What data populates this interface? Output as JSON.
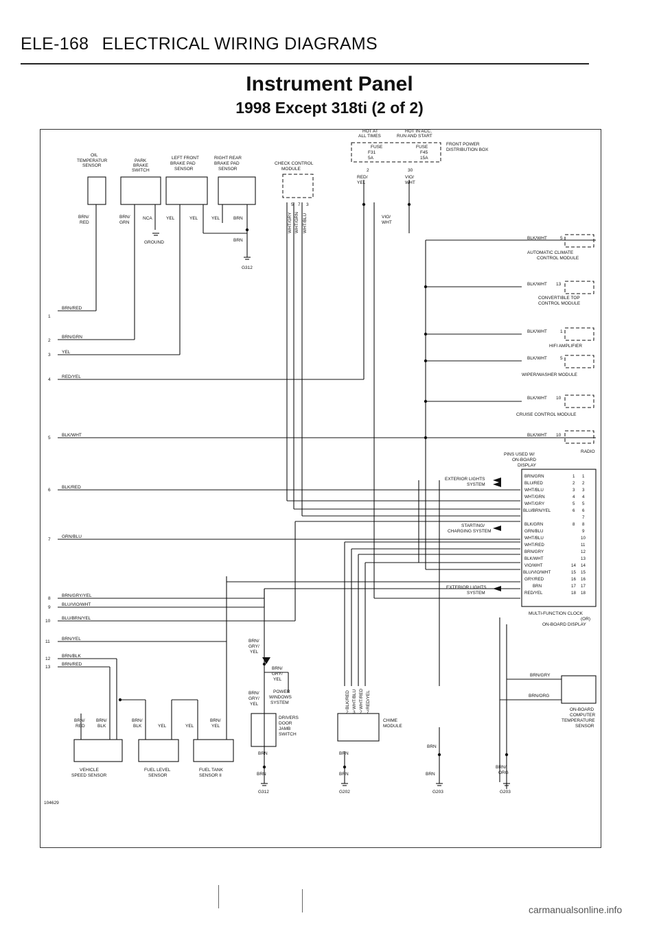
{
  "header": {
    "code": "ELE-168",
    "section": "ELECTRICAL WIRING DIAGRAMS"
  },
  "title": {
    "main": "Instrument Panel",
    "sub": "1998 Except 318ti (2 of 2)"
  },
  "figure_number": "104629",
  "watermark": "carmanualsonline.info",
  "fuses": {
    "hot_at": "HOT AT",
    "all_times": "ALL TIMES",
    "hot_in": "HOT IN ACC,",
    "run_start": "RUN AND START",
    "fuse_label": "FUSE",
    "f31": "F31",
    "f31_rating": "5A",
    "f45": "F45",
    "f45_rating": "15A",
    "box_line1": "FRONT POWER",
    "box_line2": "DISTRIBUTION BOX",
    "pin_2": "2",
    "pin_30": "30",
    "wire_a1": "RED/",
    "wire_a2": "YEL",
    "wire_b1": "VIO/",
    "wire_b2": "WHT",
    "wire_b3": "VIO/",
    "wire_b4": "WHT"
  },
  "top_components": {
    "oil_1": "OIL",
    "oil_2": "TEMPERATUR",
    "oil_3": "SENSOR",
    "park_1": "PARK",
    "park_2": "BRAKE",
    "park_3": "SWITCH",
    "lf_1": "LEFT FRONT",
    "lf_2": "BRAKE PAD",
    "lf_3": "SENSOR",
    "rr_1": "RIGHT REAR",
    "rr_2": "BRAKE PAD",
    "rr_3": "SENSOR",
    "ccm_1": "CHECK CONTROL",
    "ccm_2": "MODULE",
    "w_brnred_1": "BRN/",
    "w_brnred_2": "RED",
    "w_brngrn_1": "BRN/",
    "w_brngrn_2": "GRN",
    "w_nca": "NCA",
    "w_yel1": "YEL",
    "w_yel2": "YEL",
    "w_yel3": "YEL",
    "w_brn1": "BRN",
    "w_brn2": "BRN",
    "ground": "GROUND",
    "g312": "G312",
    "ccm_wire1": "WHT/GRY",
    "ccm_wire2": "WHT/GRN",
    "ccm_wire3": "WHT/BLU",
    "ccm_pin1": "5",
    "ccm_pin2": "7",
    "ccm_pin3": "3"
  },
  "left_wires": [
    {
      "num": "1",
      "label": "BRN/RED"
    },
    {
      "num": "2",
      "label": "BRN/GRN"
    },
    {
      "num": "3",
      "label": "YEL"
    },
    {
      "num": "4",
      "label": "RED/YEL"
    },
    {
      "num": "5",
      "label": "BLK/WHT"
    },
    {
      "num": "6",
      "label": "BLK/RED"
    },
    {
      "num": "7",
      "label": "GRN/BLU"
    },
    {
      "num": "8",
      "label": "BRN/GRY/YEL"
    },
    {
      "num": "9",
      "label": "BLU/VIO/WHT"
    },
    {
      "num": "10",
      "label": "BLU/BRN/YEL"
    },
    {
      "num": "11",
      "label": "BRN/YEL"
    },
    {
      "num": "12",
      "label": "BRN/BLK"
    },
    {
      "num": "13",
      "label": "BRN/RED"
    }
  ],
  "right_modules": [
    {
      "wire": "BLK/WHT",
      "pin": "5",
      "line1": "AUTOMATIC CLIMATE",
      "line2": "CONTROL MODULE"
    },
    {
      "wire": "BLK/WHT",
      "pin": "13",
      "line1": "CONVERTIBLE TOP",
      "line2": "CONTROL MODULE"
    },
    {
      "wire": "BLK/WHT",
      "pin": "1",
      "line1": "HIFI AMPLIFIER",
      "line2": ""
    },
    {
      "wire": "BLK/WHT",
      "pin": "5",
      "line1": "WIPER/WASHER MODULE",
      "line2": ""
    },
    {
      "wire": "BLK/WHT",
      "pin": "10",
      "line1": "CRUISE CONTROL MODULE",
      "line2": ""
    },
    {
      "wire": "BLK/WHT",
      "pin": "10",
      "line1": "RADIO",
      "line2": ""
    }
  ],
  "display": {
    "pins_used_1": "PINS USED W/",
    "pins_used_2": "ON-BOARD",
    "pins_used_3": "DISPLAY",
    "ext_lights_1": "EXTERIOR LIGHTS",
    "ext_lights_2": "SYSTEM",
    "start_1": "STARTING/",
    "start_2": "CHARGING SYSTEM",
    "ext2_1": "EXTERIOR LIGHTS",
    "ext2_2": "SYSTEM",
    "rows": [
      {
        "wire": "BRN/GRN",
        "a": "1",
        "b": "1"
      },
      {
        "wire": "BLU/RED",
        "a": "2",
        "b": "2"
      },
      {
        "wire": "WHT/BLU",
        "a": "3",
        "b": "3"
      },
      {
        "wire": "WHT/GRN",
        "a": "4",
        "b": "4"
      },
      {
        "wire": "WHT/GRY",
        "a": "5",
        "b": "5"
      },
      {
        "wire": "BLU/BRN/YEL",
        "a": "6",
        "b": "6"
      },
      {
        "wire": "",
        "a": "",
        "b": "7"
      },
      {
        "wire": "BLK/GRN",
        "a": "8",
        "b": "8"
      },
      {
        "wire": "GRN/BLU",
        "a": "",
        "b": "9"
      },
      {
        "wire": "WHT/BLU",
        "a": "",
        "b": "10"
      },
      {
        "wire": "WHT/RED",
        "a": "",
        "b": "11"
      },
      {
        "wire": "BRN/GRY",
        "a": "",
        "b": "12"
      },
      {
        "wire": "BLK/WHT",
        "a": "",
        "b": "13"
      },
      {
        "wire": "VIO/WHT",
        "a": "14",
        "b": "14"
      },
      {
        "wire": "BLU/VIO/WHT",
        "a": "15",
        "b": "15"
      },
      {
        "wire": "GRY/RED",
        "a": "16",
        "b": "16"
      },
      {
        "wire": "BRN",
        "a": "17",
        "b": "17"
      },
      {
        "wire": "RED/YEL",
        "a": "18",
        "b": "18"
      }
    ],
    "mfc_1": "MULTI-FUNCTION CLOCK",
    "mfc_2": "(OR)",
    "mfc_3": "ON-BOARD DISPLAY"
  },
  "bottom": {
    "vss_1": "VEHICLE",
    "vss_2": "SPEED SENSOR",
    "fls_1": "FUEL LEVEL",
    "fls_2": "SENSOR",
    "fts_1": "FUEL TANK",
    "fts_2": "SENSOR II",
    "w_brnred_1": "BRN/",
    "w_brnred_2": "RED",
    "w_brnblk_1": "BRN/",
    "w_brnblk_2": "BLK",
    "w_brnblk2_1": "BRN/",
    "w_brnblk2_2": "BLK",
    "w_yel_a": "YEL",
    "w_yel_b": "YEL",
    "w_brnyel_1": "BRN/",
    "w_brnyel_2": "YEL",
    "bgy_1": "BRN/",
    "bgy_2": "GRY/",
    "bgy_3": "YEL",
    "pw_1": "POWER",
    "pw_2": "WINDOWS",
    "pw_3": "SYSTEM",
    "dj_1": "DRIVERS",
    "dj_2": "DOOR",
    "dj_3": "JAMB",
    "dj_4": "SWITCH",
    "chime_1": "CHIME",
    "chime_2": "MODULE",
    "chime_w1": "BLK/RED",
    "chime_w2": "WHT/BLU",
    "chime_w3": "WHT/RED",
    "chime_w4": "RED/YEL",
    "chime_p1": "2",
    "chime_p2": "3",
    "chime_p3": "2",
    "chime_p4": "7",
    "brn": "BRN",
    "brngry": "BRN/GRY",
    "brnorg": "BRN/ORG",
    "brnorg_v1": "BRN/",
    "brnorg_v2": "ORG",
    "obc_1": "ON-BOARD",
    "obc_2": "COMPUTER",
    "obc_3": "TEMPERATURE",
    "obc_4": "SENSOR",
    "g312": "G312",
    "g202": "G202",
    "g203a": "G203",
    "g203b": "G203"
  }
}
